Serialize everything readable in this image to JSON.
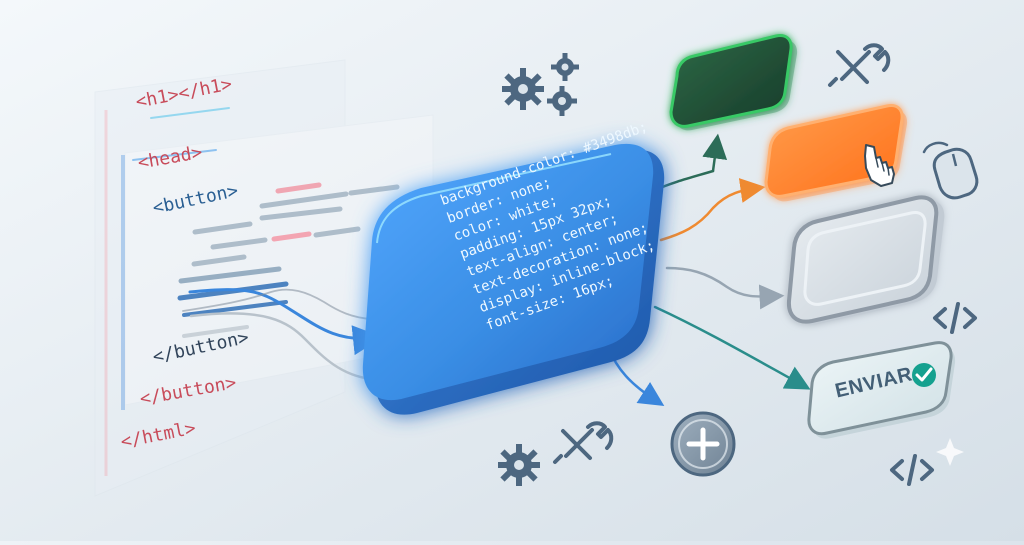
{
  "code_tags": {
    "h1": "<h1></h1>",
    "head": "<head>",
    "button_open": "<button>",
    "button_close_inner": "</button>",
    "button_close_outer": "</button>",
    "html_close": "</html>"
  },
  "css_rules": [
    "background-color: #3498db;",
    "border: none;",
    "color: white;",
    "padding: 15px 32px;",
    "text-align: center;",
    "text-decoration: none;",
    "display: inline-block;",
    "font-size: 16px;"
  ],
  "button_examples": {
    "send_label": "ENVIAR"
  },
  "colors": {
    "background_top": "#eef3f7",
    "background_bottom": "#d7e0e8",
    "panel_blue": "#3498db",
    "panel_blue_dark": "#2469c8",
    "panel_glow": "#8fe9ff",
    "green_button": "#18452f",
    "green_outline": "#47d96d",
    "orange_button": "#ff7b1e",
    "orange_outline": "#ff9c57",
    "gray_button": "#cfd7de",
    "gray_outline": "#8e99a5",
    "send_button": "#d7e6ea",
    "check_circle": "#18a89b",
    "code_red": "#c84b5a",
    "code_blue": "#2a5f93",
    "icon_slate": "#4d6780"
  },
  "icons": [
    "gear-cluster-icon",
    "wrench-screwdriver-icon",
    "mouse-icon",
    "code-brackets-icon",
    "plus-circle-icon",
    "checkmark-icon",
    "hand-cursor-icon",
    "sparkle-icon"
  ]
}
